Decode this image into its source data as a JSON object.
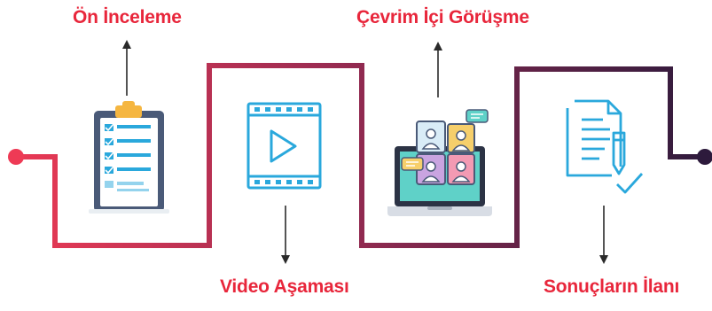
{
  "steps": [
    {
      "label": "Ön İnceleme",
      "icon": "clipboard-checklist-icon"
    },
    {
      "label": "Video Aşaması",
      "icon": "video-play-icon"
    },
    {
      "label": "Çevrim İçi Görüşme",
      "icon": "video-conference-laptop-icon"
    },
    {
      "label": "Sonuçların İlanı",
      "icon": "document-signature-icon"
    }
  ],
  "colors": {
    "label": "#e8263b",
    "path_start": "#ee3a55",
    "path_mid": "#9c2c52",
    "path_end": "#2d1a3c",
    "icon_blue": "#2aa8dc",
    "arrow": "#2a2a2a"
  }
}
